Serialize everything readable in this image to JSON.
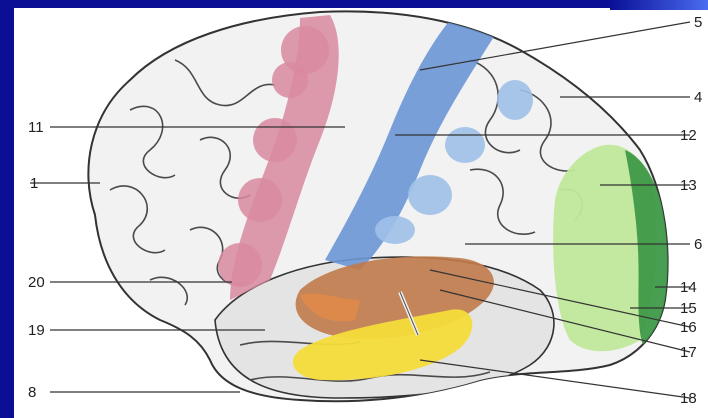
{
  "colors": {
    "background": "#0a0f96",
    "motor": "#d98aa0",
    "somatosensory": "#6b96d6",
    "auditory": "#c07a4a",
    "temporal": "#f4dc3a",
    "visual_light": "#bfe89a",
    "visual_dark": "#3f9a48",
    "outline": "#333333"
  },
  "labels": {
    "l1": "1",
    "l4": "4",
    "l5": "5",
    "l6": "6",
    "l8": "8",
    "l11": "11",
    "l12": "12",
    "l13": "13",
    "l14": "14",
    "l15": "15",
    "l16": "16",
    "l17": "17",
    "l18": "18",
    "l19": "19",
    "l20": "20"
  }
}
